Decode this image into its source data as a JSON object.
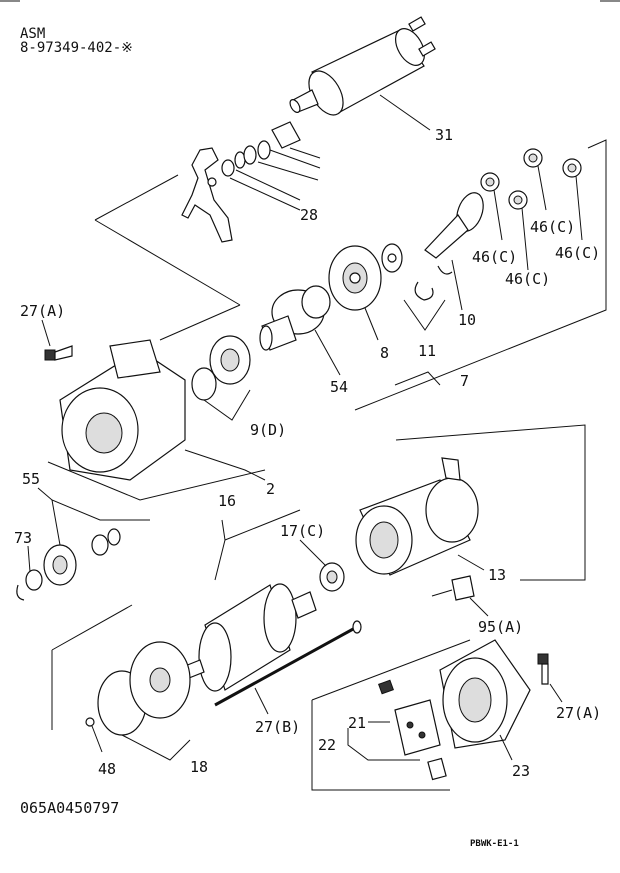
{
  "header": {
    "line1": "ASM",
    "line2": "8-97349-402-※"
  },
  "footer": {
    "drawing_number": "065A0450797",
    "page_code": "PBWK-E1-1"
  },
  "callouts": {
    "c31": "31",
    "c28": "28",
    "c46a": "46(C)",
    "c46b": "46(C)",
    "c46c": "46(C)",
    "c46d": "46(C)",
    "c27a_top": "27(A)",
    "c10": "10",
    "c8": "8",
    "c11": "11",
    "c7": "7",
    "c54": "54",
    "c9d": "9(D)",
    "c2": "2",
    "c55": "55",
    "c73": "73",
    "c16": "16",
    "c17c": "17(C)",
    "c13": "13",
    "c95a": "95(A)",
    "c27a_bot": "27(A)",
    "c27b": "27(B)",
    "c21": "21",
    "c22": "22",
    "c23": "23",
    "c48": "48",
    "c18": "18"
  }
}
